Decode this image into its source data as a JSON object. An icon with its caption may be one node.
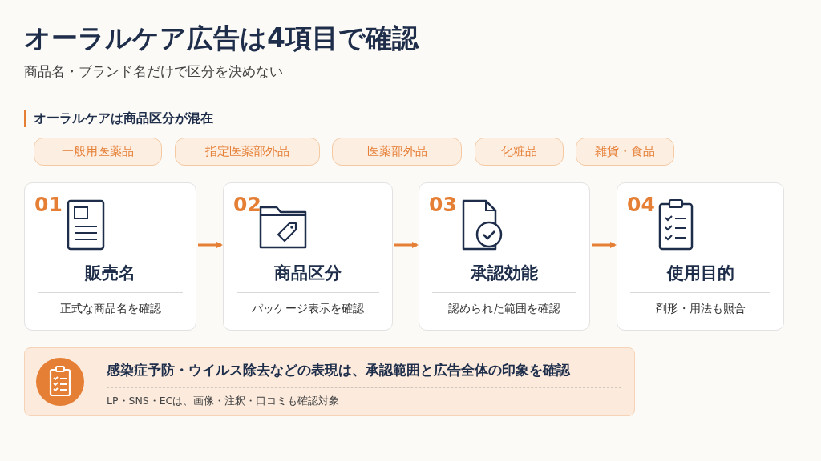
{
  "diagram": {
    "title": "オーラルケア広告は4項目で確認",
    "nodes": [
      {
        "text": [
          "一般用医薬品"
        ]
      },
      {
        "text": [
          "指定医薬部外品"
        ]
      },
      {
        "text": [
          "医薬部外品"
        ]
      },
      {
        "text": [
          "化粧品"
        ]
      },
      {
        "text": [
          "雑貨・食品"
        ]
      },
      {
        "text": [
          "01",
          "販売名",
          "正式な商品名を確認"
        ]
      },
      {
        "text": [
          "02",
          "商品区分",
          "パッケージ表示を確認"
        ]
      },
      {
        "text": [
          "03",
          "承認効能",
          "認められた範囲を確認"
        ]
      },
      {
        "text": [
          "04",
          "使用目的",
          "剤形・用法も照合"
        ]
      },
      {
        "text": [
          "感染症予防・ウイルス除去などの表現は、承認範囲と広告全体の印象を確認",
          "LP・SNS・ECは、画像・注釈・口コミも確認対象"
        ]
      }
    ],
    "edges": [
      {
        "from": 5,
        "to": 6,
        "arrow": "to"
      },
      {
        "from": 6,
        "to": 7,
        "arrow": "to"
      },
      {
        "from": 7,
        "to": 8,
        "arrow": "to"
      }
    ],
    "labels": [
      "商品名・ブランド名だけで区分を決めない",
      "オーラルケアは商品区分が混在"
    ]
  }
}
